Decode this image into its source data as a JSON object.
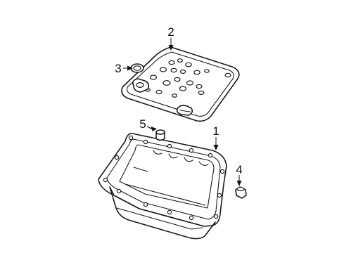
{
  "callouts": [
    {
      "id": "1",
      "text": "1",
      "part": "transmission-oil-pan"
    },
    {
      "id": "2",
      "text": "2",
      "part": "filter-separator-plate"
    },
    {
      "id": "3",
      "text": "3",
      "part": "filter-seal"
    },
    {
      "id": "4",
      "text": "4",
      "part": "pan-bolt"
    },
    {
      "id": "5",
      "text": "5",
      "part": "magnet-plug"
    }
  ]
}
